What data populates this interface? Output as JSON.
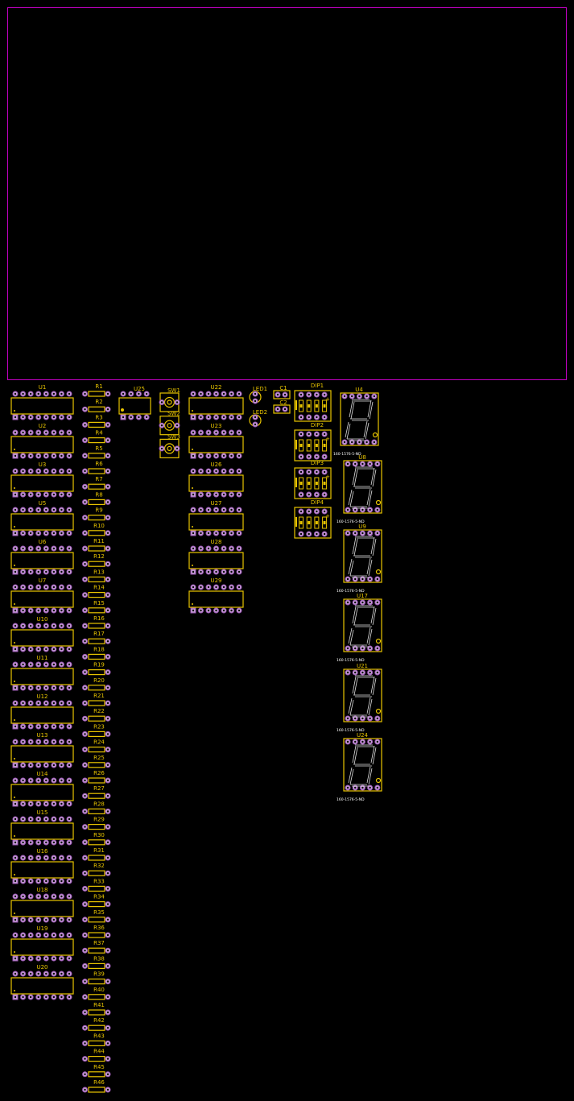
{
  "colors": {
    "board_outline": "#c000c0",
    "silkscreen": "#e8c400",
    "pad": "#c9a3d9",
    "segment": "#dddddd"
  },
  "ics_left": [
    "U1",
    "U2",
    "U3",
    "U5",
    "U6",
    "U7",
    "U10",
    "U11",
    "U12",
    "U13",
    "U14",
    "U15",
    "U16",
    "U18",
    "U19",
    "U20"
  ],
  "resistors": [
    "R1",
    "R2",
    "R3",
    "R4",
    "R5",
    "R6",
    "R7",
    "R8",
    "R9",
    "R10",
    "R11",
    "R12",
    "R13",
    "R14",
    "R15",
    "R16",
    "R17",
    "R18",
    "R19",
    "R20",
    "R21",
    "R22",
    "R23",
    "R24",
    "R25",
    "R26",
    "R27",
    "R28",
    "R29",
    "R30",
    "R31",
    "R32",
    "R33",
    "R34",
    "R35",
    "R36",
    "R37",
    "R38",
    "R39",
    "R40",
    "R41",
    "R42",
    "R43",
    "R44",
    "R45",
    "R46"
  ],
  "small_ic": "U25",
  "switches": [
    "SW1",
    "SW2",
    "SW3"
  ],
  "ics_mid": [
    "U22",
    "U23",
    "U26",
    "U27",
    "U28",
    "U29"
  ],
  "leds": [
    "LED1",
    "LED2"
  ],
  "caps": [
    "C1",
    "C2"
  ],
  "dips": [
    "DIP1",
    "DIP2",
    "DIP3",
    "DIP4"
  ],
  "displays": [
    {
      "ref": "U4",
      "part": "160-1576-5-ND"
    },
    {
      "ref": "U8",
      "part": "160-1576-5-ND"
    },
    {
      "ref": "U9",
      "part": "160-1576-5-ND"
    },
    {
      "ref": "U17",
      "part": "160-1576-5-ND"
    },
    {
      "ref": "U21",
      "part": "160-1576-5-ND"
    },
    {
      "ref": "U24",
      "part": "160-1576-5-ND"
    }
  ]
}
